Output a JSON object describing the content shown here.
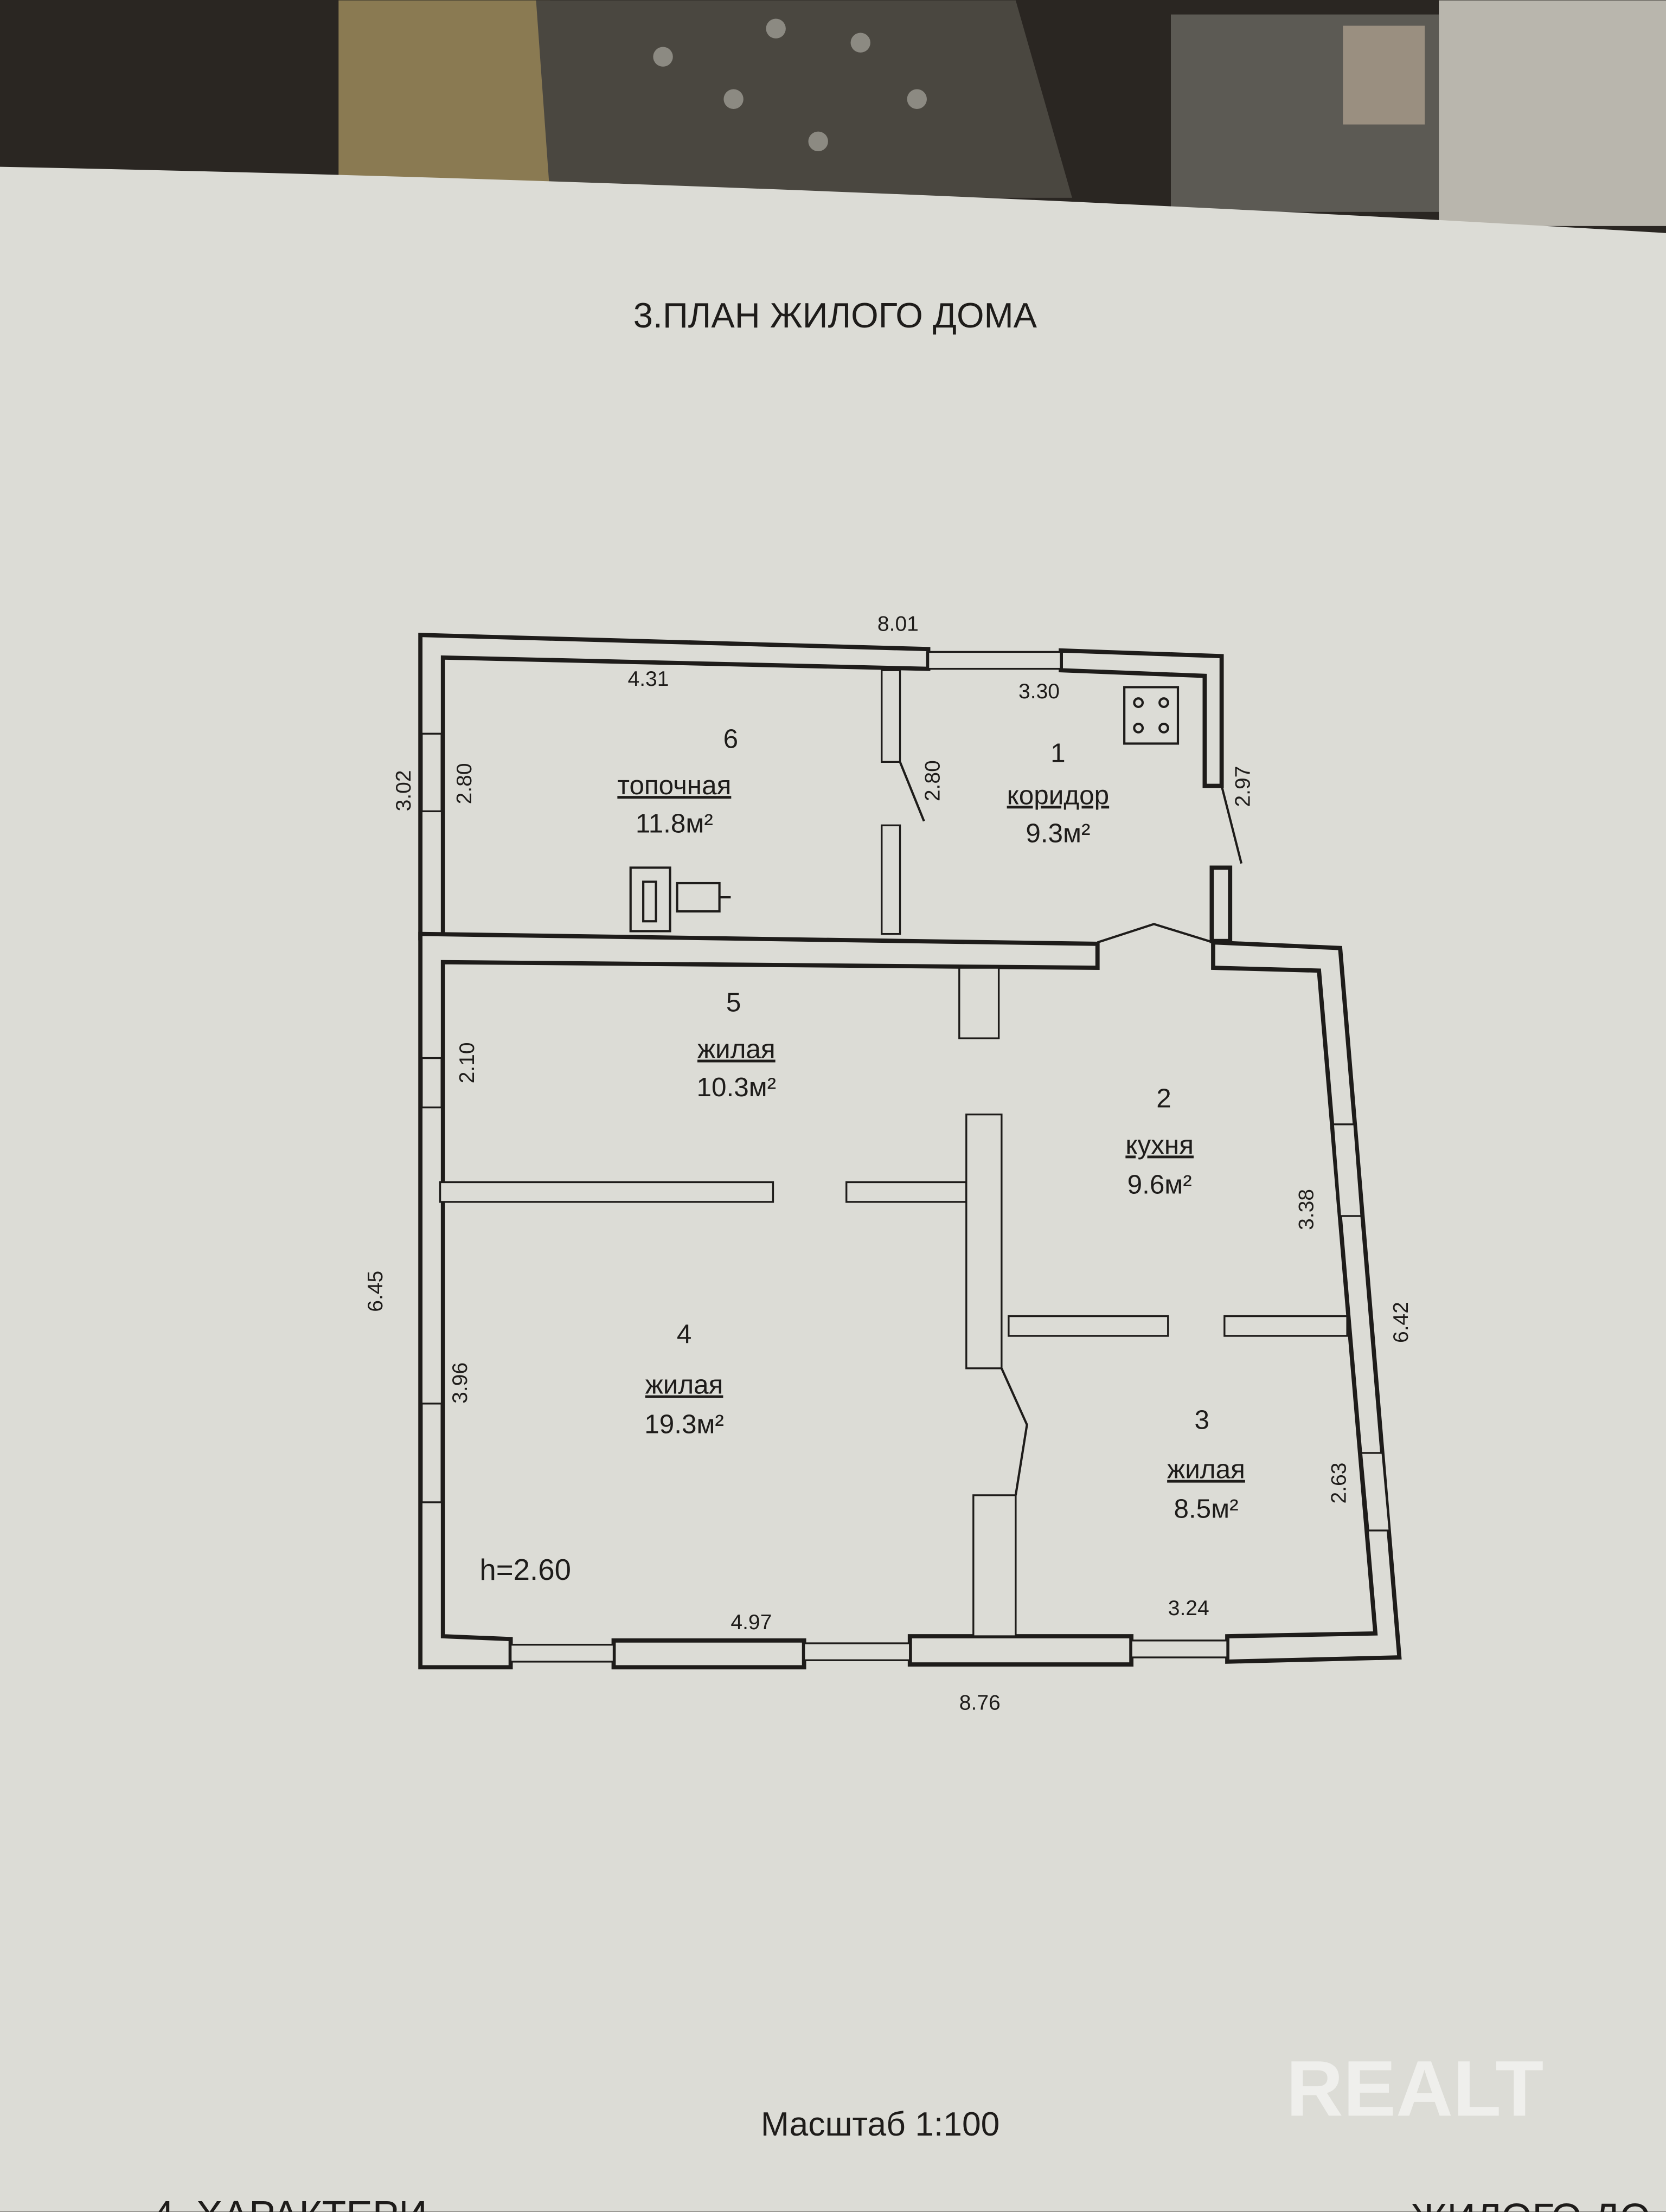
{
  "document": {
    "title": "3.ПЛАН ЖИЛОГО ДОМА",
    "scale": "Масштаб 1:100",
    "next_section_fragment_left": "4. ХАРАКТЕРИ",
    "next_section_fragment_right": "ЖИЛОГО ДО",
    "watermark": "REALT",
    "ceiling_height": "h=2.60"
  },
  "rooms": [
    {
      "number": "6",
      "name": "топочная",
      "area": "11.8м²"
    },
    {
      "number": "1",
      "name": "коридор",
      "area": "9.3м²"
    },
    {
      "number": "5",
      "name": "жилая",
      "area": "10.3м²"
    },
    {
      "number": "2",
      "name": "кухня",
      "area": "9.6м²"
    },
    {
      "number": "4",
      "name": "жилая",
      "area": "19.3м²"
    },
    {
      "number": "3",
      "name": "жилая",
      "area": "8.5м²"
    }
  ],
  "dimensions": {
    "top_total": "8.01",
    "room6_width": "4.31",
    "room1_width": "3.30",
    "left_upper_outer": "3.02",
    "room6_depth": "2.80",
    "room1_depth": "2.80",
    "right_upper": "2.97",
    "room5_depth": "2.10",
    "left_lower_outer": "6.45",
    "room4_depth": "3.96",
    "room2_depth": "3.38",
    "right_lower_outer": "6.42",
    "room3_depth": "2.63",
    "room4_width": "4.97",
    "room3_width": "3.24",
    "bottom_total": "8.76"
  },
  "colors": {
    "paper": "#dcdcd6",
    "ink": "#1e1c1a",
    "background": "#2a2622"
  }
}
